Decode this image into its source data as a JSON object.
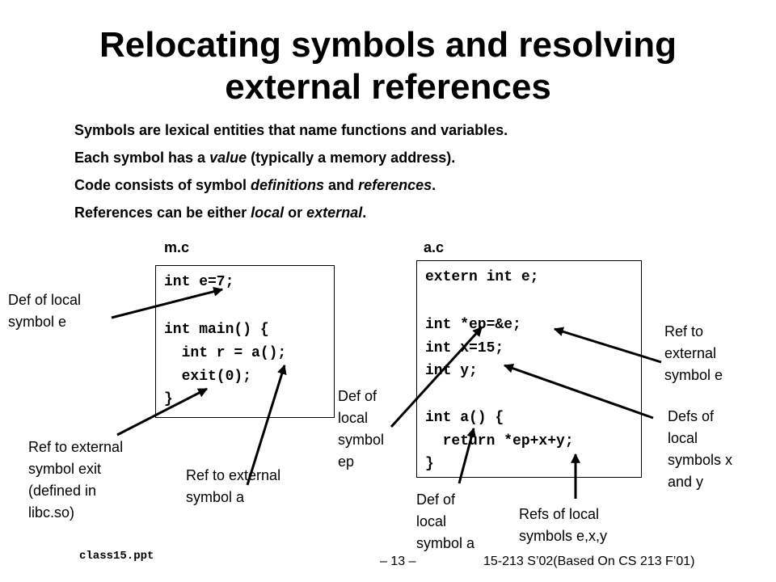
{
  "title": {
    "line1": "Relocating symbols and resolving",
    "line2": "external references"
  },
  "bullets": [
    {
      "parts": [
        "Symbols are lexical entities that name functions and variables."
      ]
    },
    {
      "parts": [
        "Each symbol has a ",
        "value",
        " (typically a memory address)."
      ]
    },
    {
      "parts": [
        "Code consists of symbol ",
        "definitions",
        " and ",
        "references",
        "."
      ]
    },
    {
      "parts": [
        "References can be either ",
        "local",
        " or ",
        "external",
        "."
      ]
    }
  ],
  "mc": {
    "label": "m.c",
    "lines": [
      "int e=7;",
      "",
      "int main() {",
      "  int r = a();",
      "  exit(0);",
      "}"
    ]
  },
  "ac": {
    "label": "a.c",
    "lines": [
      "extern int e;",
      "",
      "int *ep=&e;",
      "int x=15;",
      "int y;",
      "",
      "int a() {",
      "  return *ep+x+y;",
      "}"
    ]
  },
  "annotations": {
    "def_local_e": [
      "Def of local",
      "symbol e"
    ],
    "ref_ext_exit": [
      "Ref to external",
      "symbol exit",
      "(defined in",
      "libc.so)"
    ],
    "ref_ext_a": [
      "Ref to external",
      "symbol a"
    ],
    "def_local_ep": [
      "Def of",
      "local",
      "symbol",
      "ep"
    ],
    "def_local_a": [
      "Def of",
      "local",
      "symbol a"
    ],
    "refs_local_exy": [
      "Refs of local",
      "symbols e,x,y"
    ],
    "ref_ext_e": [
      "Ref to",
      "external",
      "symbol e"
    ],
    "defs_local_xy": [
      "Defs of",
      "local",
      "symbols x",
      "and y"
    ]
  },
  "footer": {
    "file": "class15.ppt",
    "page": "– 13 –",
    "course": "15-213 S’02(Based On CS 213 F’01)"
  }
}
